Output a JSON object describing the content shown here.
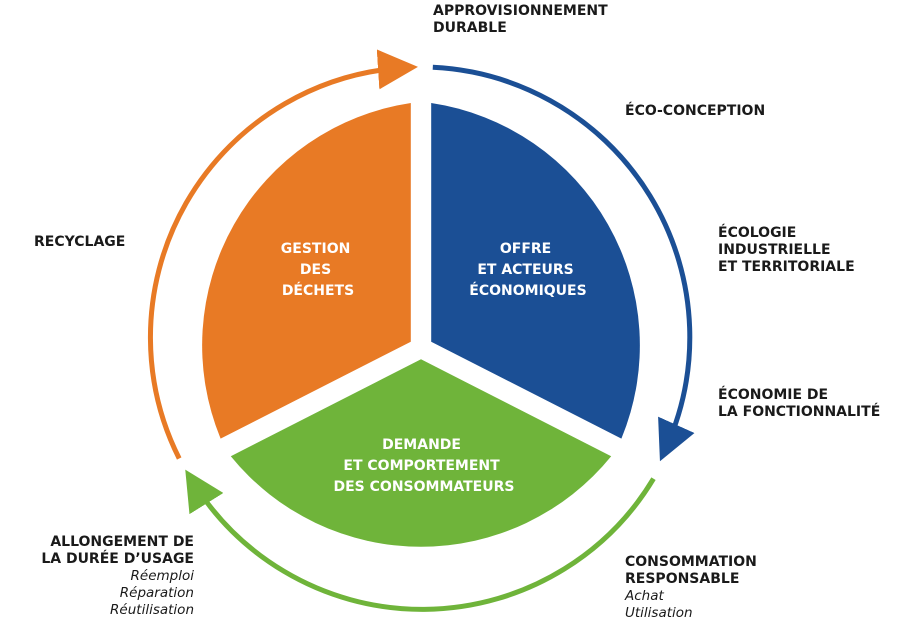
{
  "colors": {
    "orange": "#E87A25",
    "blue": "#1B4F95",
    "green": "#6FB43A",
    "text": "#1a1a1a"
  },
  "segments": {
    "waste": [
      "GESTION",
      "DES",
      "DÉCHETS"
    ],
    "supply": [
      "OFFRE",
      "ET ACTEURS",
      "ÉCONOMIQUES"
    ],
    "demand": [
      "DEMANDE",
      "ET COMPORTEMENT",
      "DES CONSOMMATEURS"
    ]
  },
  "labels": {
    "approvisionnement": [
      "APPROVISIONNEMENT",
      "DURABLE"
    ],
    "eco_conception": "ÉCO-CONCEPTION",
    "ecologie": [
      "ÉCOLOGIE",
      "INDUSTRIELLE",
      "ET TERRITORIALE"
    ],
    "economie": [
      "ÉCONOMIE DE",
      "LA FONCTIONNALITÉ"
    ],
    "consommation": {
      "title": [
        "CONSOMMATION",
        "RESPONSABLE"
      ],
      "items": [
        "Achat",
        "Utilisation"
      ]
    },
    "allongement": {
      "title": [
        "ALLONGEMENT DE",
        "LA DURÉE D’USAGE"
      ],
      "items": [
        "Réemploi",
        "Réparation",
        "Réutilisation"
      ]
    },
    "recyclage": "RECYCLAGE"
  }
}
